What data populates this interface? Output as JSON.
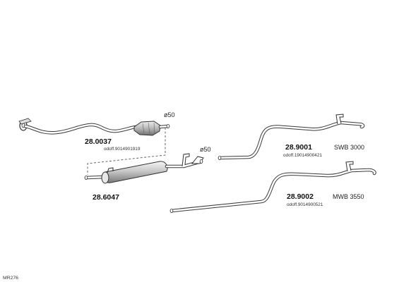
{
  "parts": [
    {
      "number": "28.0037",
      "oe_number": "odoff.9014901919",
      "diameter": "ø50"
    },
    {
      "number": "28.6047",
      "diameter": "ø50"
    },
    {
      "number": "28.9001",
      "oe_number": "odoff.19014900421",
      "variant": "SWB 3000"
    },
    {
      "number": "28.9002",
      "oe_number": "odoff.9014900521",
      "variant": "MWB 3550"
    }
  ],
  "diagram_code": "MR276",
  "colors": {
    "line": "#3a3a3a",
    "background": "#ffffff"
  }
}
